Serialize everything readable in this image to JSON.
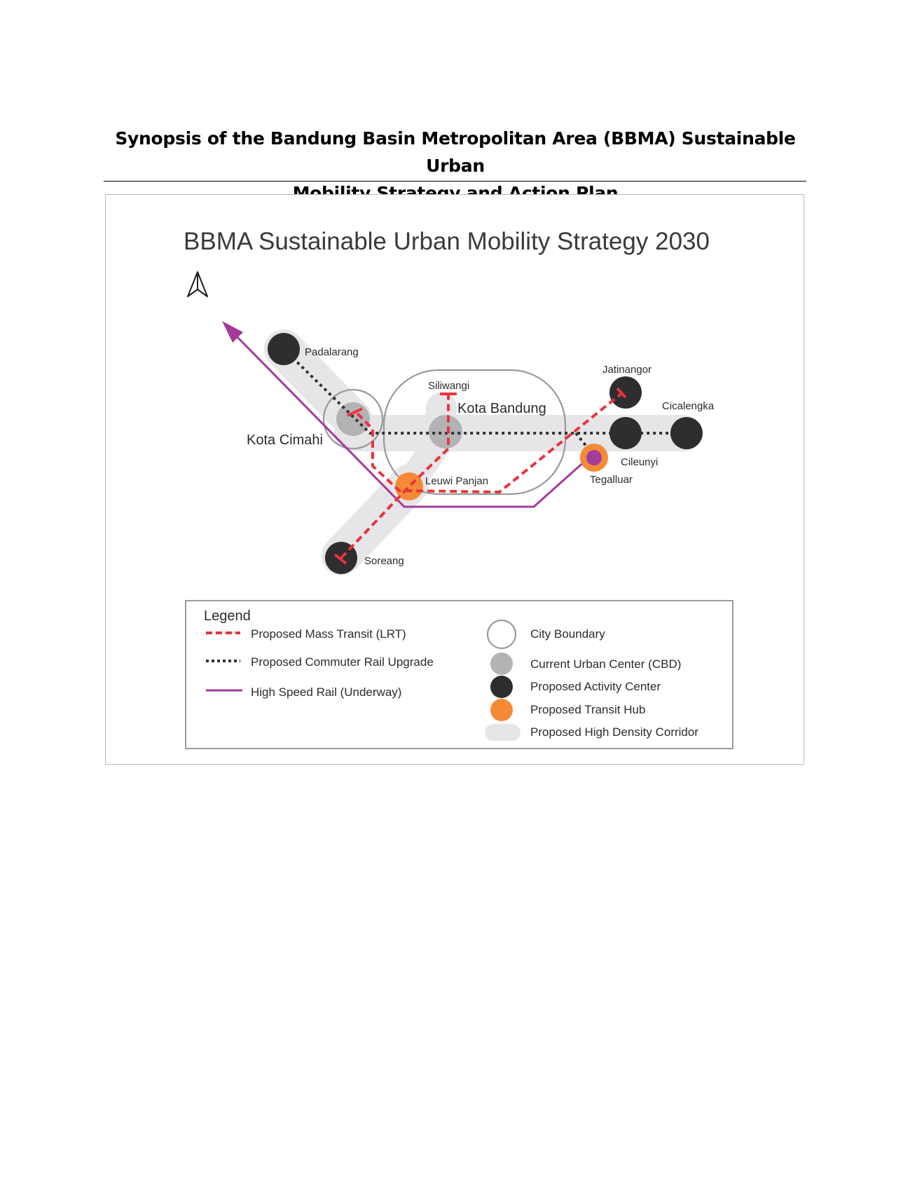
{
  "document": {
    "title_line1": "Synopsis of the Bandung Basin Metropolitan Area (BBMA) Sustainable Urban",
    "title_line2": "Mobility Strategy and Action Plan"
  },
  "map": {
    "title": "BBMA Sustainable Urban Mobility Strategy 2030",
    "labels": {
      "padalarang": "Padalarang",
      "siliwangi": "Siliwangi",
      "kota_bandung": "Kota Bandung",
      "jatinangor": "Jatinangor",
      "cicalengka": "Cicalengka",
      "kota_cimahi": "Kota Cimahi",
      "cileunyi": "Cileunyi",
      "leuwi_panjan": "Leuwi Panjan",
      "tegalluar": "Tegalluar",
      "soreang": "Soreang"
    },
    "legend": {
      "heading": "Legend",
      "lrt": "Proposed Mass Transit (LRT)",
      "commuter": "Proposed Commuter Rail Upgrade",
      "hsr": "High Speed Rail (Underway)",
      "city_boundary": "City Boundary",
      "cbd": "Current Urban Center (CBD)",
      "activity_center": "Proposed Activity Center",
      "transit_hub": "Proposed Transit Hub",
      "corridor": "Proposed High Density Corridor"
    },
    "colors": {
      "lrt": "#e8343c",
      "commuter": "#333333",
      "hsr": "#a43b99",
      "cbd": "#b3b3b5",
      "activity_center": "#2e2d2f",
      "transit_hub": "#f48a35",
      "corridor": "#e6e6e8",
      "boundary": "#999999"
    },
    "icons": [
      "north-arrow-icon"
    ]
  }
}
